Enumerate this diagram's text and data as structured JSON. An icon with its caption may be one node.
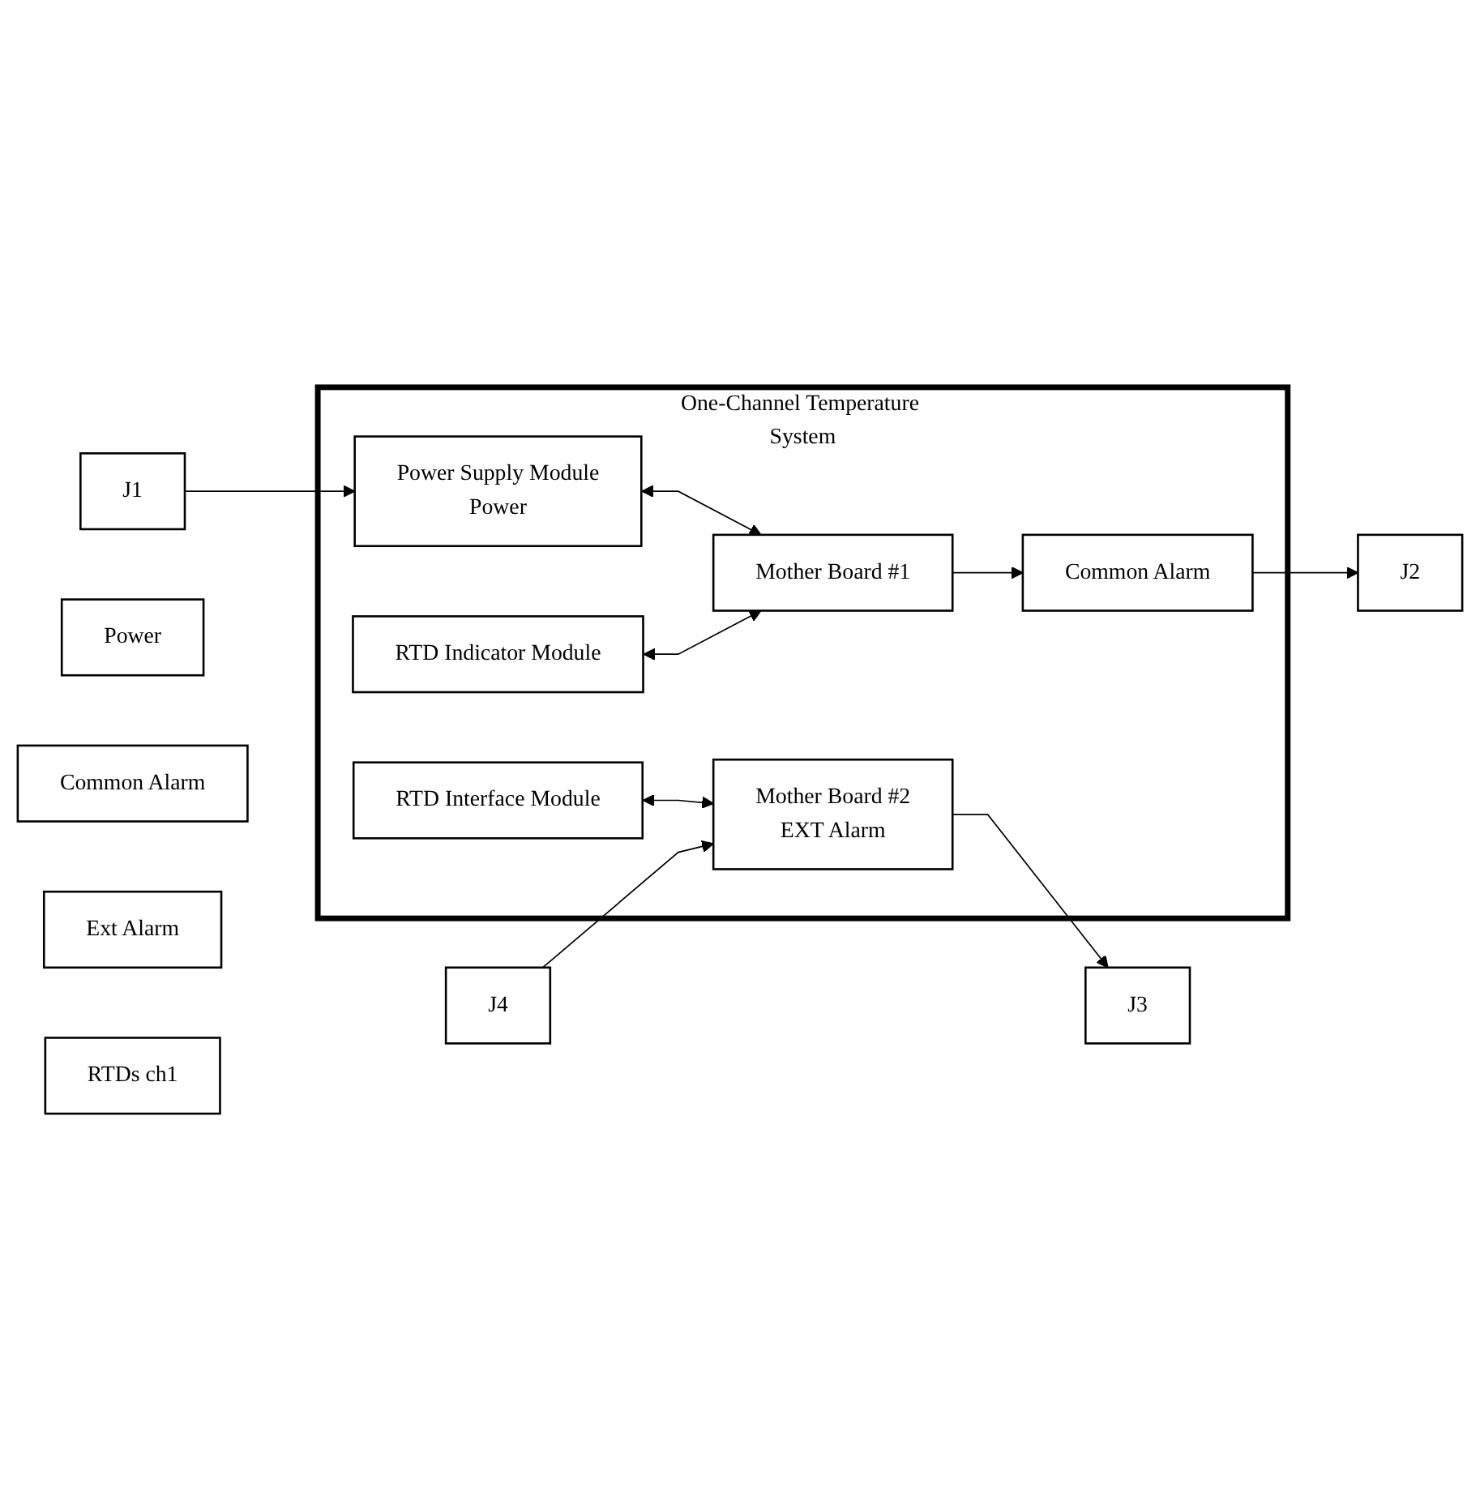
{
  "diagram": {
    "nodes": [
      {
        "text": [
          "One-Channel Temperature System"
        ]
      },
      {
        "text": [
          "Power Supply Module",
          "Power"
        ],
        "in": 0
      },
      {
        "text": [
          "RTD Indicator Module"
        ],
        "in": 0
      },
      {
        "text": [
          "RTD Interface Module"
        ],
        "in": 0
      },
      {
        "text": [
          "Common Alarm"
        ],
        "in": 0
      },
      {
        "text": [
          "Mother Board #1"
        ],
        "in": 0
      },
      {
        "text": [
          "Mother Board #2",
          "EXT Alarm"
        ],
        "in": 0
      },
      {
        "text": [
          "J1"
        ]
      },
      {
        "text": [
          "J2"
        ]
      },
      {
        "text": [
          "J3"
        ]
      },
      {
        "text": [
          "J4"
        ]
      },
      {
        "text": [
          "Power"
        ]
      },
      {
        "text": [
          "Common Alarm"
        ]
      },
      {
        "text": [
          "Ext Alarm"
        ]
      },
      {
        "text": [
          "RTDs ch1"
        ]
      }
    ],
    "edges": [
      {
        "from": 7,
        "to": 1,
        "arrow": "to"
      },
      {
        "from": 1,
        "to": 5,
        "arrow": "both"
      },
      {
        "from": 2,
        "to": 5,
        "arrow": "both"
      },
      {
        "from": 3,
        "to": 6,
        "arrow": "both"
      },
      {
        "from": 4,
        "to": 8,
        "arrow": "to"
      },
      {
        "from": 5,
        "to": 4,
        "arrow": "to"
      },
      {
        "from": 6,
        "to": 9,
        "arrow": "to"
      },
      {
        "from": 10,
        "to": 6,
        "arrow": "to"
      }
    ]
  }
}
